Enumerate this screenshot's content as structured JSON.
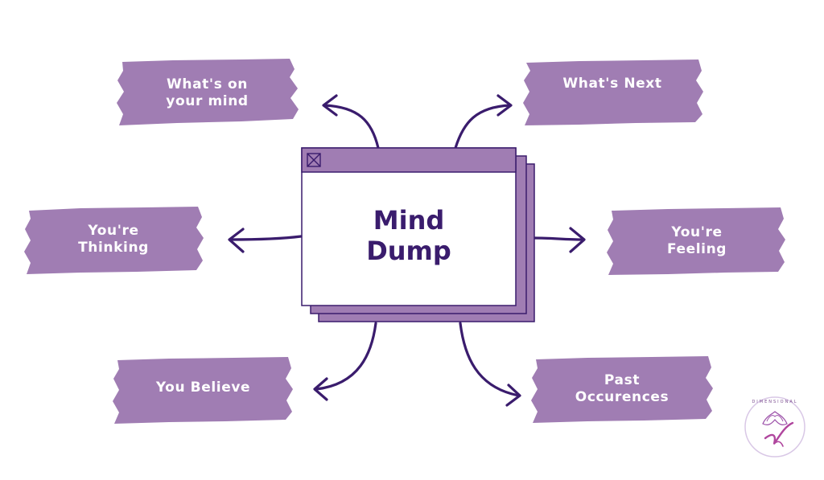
{
  "center": {
    "title": "Mind\nDump"
  },
  "nodes": {
    "whats_on_your_mind": "What's on\nyour mind",
    "whats_next": "What's Next",
    "youre_thinking": "You're\nThinking",
    "youre_feeling": "You're\nFeeling",
    "you_believe": "You Believe",
    "past_occurences": "Past\nOccurences"
  },
  "logo": {
    "text": "DIMENSIONAL"
  },
  "colors": {
    "brush": "#a07db3",
    "arrow": "#3a1c6d",
    "window_bar": "#a07db3",
    "window_border": "#3a1c6d",
    "logo_ring": "#d9c8e6"
  }
}
